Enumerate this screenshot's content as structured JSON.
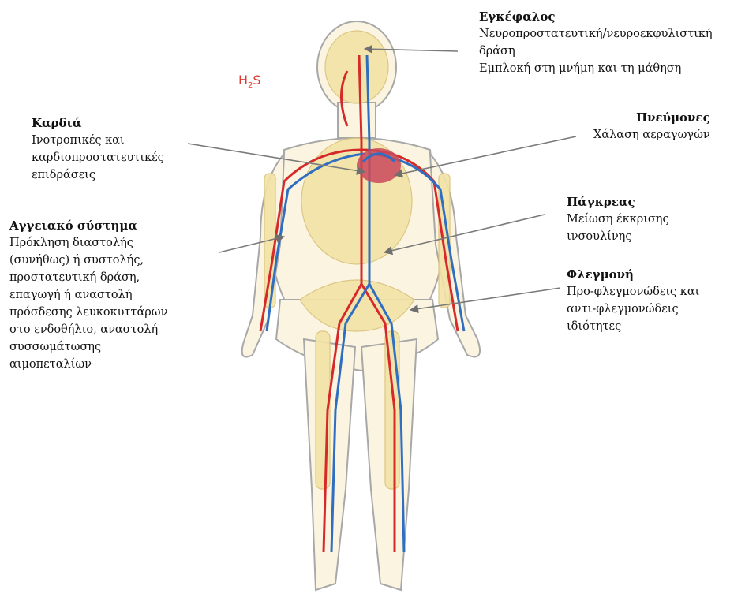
{
  "h2s": {
    "main": "H",
    "sub": "2",
    "tail": "S"
  },
  "colors": {
    "arteries": "#d62a2a",
    "veins": "#2f6ec0",
    "bones": "#f3e3a7",
    "body_fill": "#fbf4e0",
    "outline": "#999999",
    "arrow": "#7a7a7a"
  },
  "labels": {
    "brain": {
      "title": "Εγκέφαλος",
      "lines": [
        "Νευροπροστατευτική/νευροεκφυλιστική",
        "δράση",
        "Εμπλοκή στη μνήμη και τη μάθηση"
      ]
    },
    "heart": {
      "title": "Καρδιά",
      "lines": [
        "Ινοτροπικές και",
        "καρδιοπροστατευτικές",
        "επιδράσεις"
      ]
    },
    "lungs": {
      "title": "Πνεύμονες",
      "lines": [
        "Χάλαση αεραγωγών"
      ]
    },
    "pancreas": {
      "title": "Πάγκρεας",
      "lines": [
        "Μείωση έκκρισης",
        "ινσουλίνης"
      ]
    },
    "vascular": {
      "title": "Αγγειακό σύστημα",
      "lines": [
        "Πρόκληση διαστολής",
        "(συνήθως) ή συστολής,",
        "προστατευτική δράση,",
        "επαγωγή ή αναστολή",
        "πρόσδεσης λευκοκυττάρων",
        "στο ενδοθήλιο, αναστολή",
        "συσσωμάτωσης",
        "αιμοπεταλίων"
      ]
    },
    "inflammation": {
      "title": "Φλεγμονή",
      "lines": [
        "Προ-φλεγμονώδεις και",
        "αντι-φλεγμονώδεις",
        "ιδιότητες"
      ]
    }
  }
}
